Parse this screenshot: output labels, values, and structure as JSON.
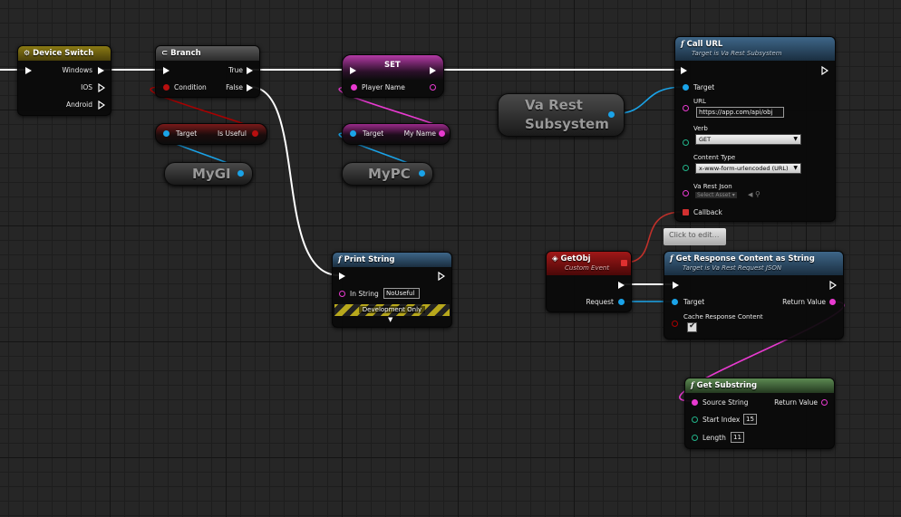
{
  "nodes": {
    "device_switch": {
      "title": "Device Switch",
      "pins": [
        "Windows",
        "IOS",
        "Android"
      ]
    },
    "branch": {
      "title": "Branch",
      "condition": "Condition",
      "true_label": "True",
      "false_label": "False"
    },
    "is_useful": {
      "target": "Target",
      "output": "Is Useful"
    },
    "mygi": {
      "label": "MyGI"
    },
    "set": {
      "title": "SET",
      "input": "Player Name"
    },
    "my_name": {
      "target": "Target",
      "output": "My Name"
    },
    "mypc": {
      "label": "MyPC"
    },
    "va_rest_subsystem": {
      "line1": "Va Rest",
      "line2": "Subsystem"
    },
    "call_url": {
      "title": "Call URL",
      "subtitle": "Target is Va Rest Subsystem",
      "target": "Target",
      "url_label": "URL",
      "url_value": "https://app.com/api/obj",
      "verb_label": "Verb",
      "verb_value": "GET",
      "content_type_label": "Content Type",
      "content_type_value": "x-www-form-urlencoded (URL)",
      "json_label": "Va Rest Json",
      "json_value": "Select Asset",
      "callback": "Callback"
    },
    "print_string": {
      "title": "Print String",
      "in_string_label": "In String",
      "in_string_value": "NoUseful",
      "dev_only": "Development Only"
    },
    "get_obj": {
      "title": "GetObj",
      "subtitle": "Custom Event",
      "request": "Request"
    },
    "tooltip": {
      "text": "Click to edit"
    },
    "get_response": {
      "title": "Get Response Content as String",
      "subtitle": "Target is Va Rest Request JSON",
      "target": "Target",
      "return_value": "Return Value",
      "cache_label": "Cache Response Content"
    },
    "get_substring": {
      "title": "Get Substring",
      "source": "Source String",
      "return_value": "Return Value",
      "start_label": "Start Index",
      "start_value": "15",
      "length_label": "Length",
      "length_value": "11"
    }
  },
  "colors": {
    "exec": "#ffffff",
    "object": "#1aa3e8",
    "string": "#e83ad0",
    "bool": "#b80f0f",
    "integer": "#22b48a",
    "switch_header": "#7a6a10",
    "function_header": "#2f4d6a",
    "event_header": "#8a1414",
    "pure_header": "#3d6a3a"
  }
}
